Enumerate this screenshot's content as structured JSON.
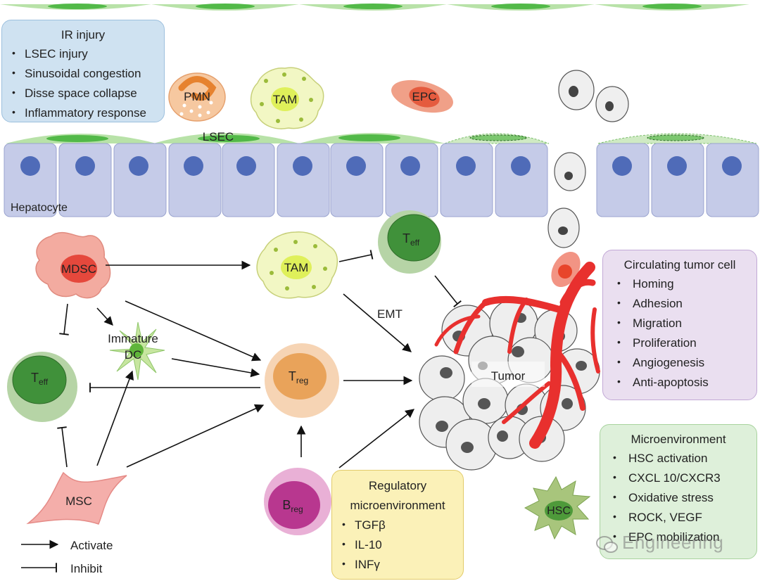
{
  "labels": {
    "lsec": "LSEC",
    "hepatocyte": "Hepatocyte",
    "pmn": "PMN",
    "tam_top": "TAM",
    "epc": "EPC",
    "mdsc": "MDSC",
    "tam_mid": "TAM",
    "teff_top": "T",
    "teff_top_sub": "eff",
    "emt": "EMT",
    "immature_dc_line1": "Immature",
    "immature_dc_line2": "DC",
    "teff_left": "T",
    "teff_left_sub": "eff",
    "treg": "T",
    "treg_sub": "reg",
    "tumor": "Tumor",
    "msc": "MSC",
    "breg": "B",
    "breg_sub": "reg",
    "hsc": "HSC"
  },
  "boxes": {
    "ir": {
      "title": "IR injury",
      "items": [
        "LSEC injury",
        "Sinusoidal congestion",
        "Disse space collapse",
        "Inflammatory response"
      ]
    },
    "ctc": {
      "title": "Circulating tumor cell",
      "items": [
        "Homing",
        "Adhesion",
        "Migration",
        "Proliferation",
        "Angiogenesis",
        "Anti-apoptosis"
      ]
    },
    "regulatory": {
      "title_line1": "Regulatory",
      "title_line2": "microenvironment",
      "items": [
        "TGFβ",
        "IL-10",
        "INFγ"
      ]
    },
    "micro": {
      "title": "Microenvironment",
      "items": [
        "HSC activation",
        "CXCL 10/CXCR3",
        "Oxidative stress",
        "ROCK, VEGF",
        "EPC mobilization"
      ]
    }
  },
  "legend": {
    "activate": "Activate",
    "inhibit": "Inhibit"
  },
  "watermark": "Engineering",
  "colors": {
    "lsec_green": "#b8e2a8",
    "hepatocyte": "#c5cbe8",
    "nucleus_blue": "#4f6bb8",
    "tumor_vessel": "#e8302e",
    "treg": "#e9a35a",
    "breg": "#b8378f",
    "teff": "#3f8a3a",
    "mdsc": "#e98a7e"
  }
}
